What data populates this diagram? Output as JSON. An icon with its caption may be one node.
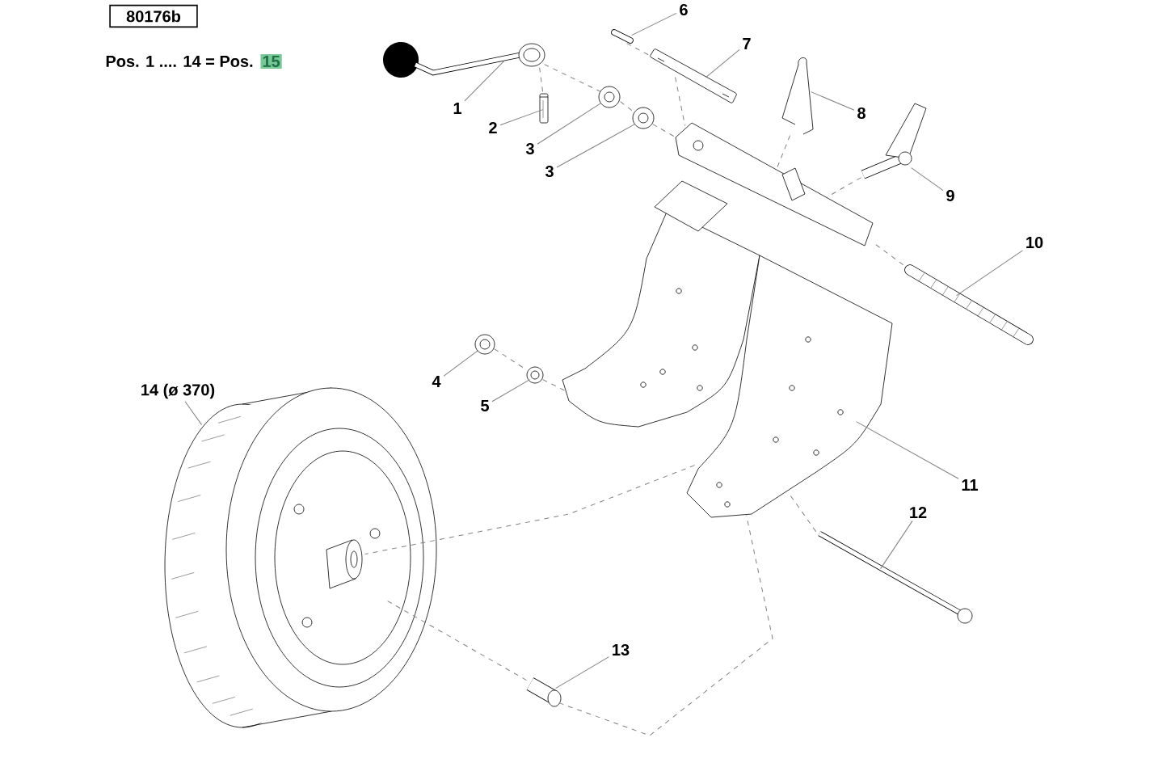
{
  "diagram": {
    "nodes": [
      {
        "text": [
          "80176b"
        ]
      },
      {
        "text": [
          "1"
        ]
      },
      {
        "text": [],
        "shape": "picture"
      },
      {
        "text": [
          "2"
        ]
      },
      {
        "text": [],
        "shape": "picture"
      },
      {
        "text": [
          "3"
        ]
      },
      {
        "text": [],
        "shape": "picture"
      },
      {
        "text": [
          "3"
        ]
      },
      {
        "text": [],
        "shape": "picture"
      },
      {
        "text": [
          "4"
        ]
      },
      {
        "text": [],
        "shape": "picture"
      },
      {
        "text": [
          "5"
        ]
      },
      {
        "text": [],
        "shape": "picture"
      },
      {
        "text": [
          "6"
        ]
      },
      {
        "text": [],
        "shape": "picture"
      },
      {
        "text": [
          "7"
        ]
      },
      {
        "text": [],
        "shape": "picture"
      },
      {
        "text": [
          "8"
        ]
      },
      {
        "text": [],
        "shape": "picture"
      },
      {
        "text": [
          "9"
        ]
      },
      {
        "text": [],
        "shape": "picture"
      },
      {
        "text": [
          "10"
        ]
      },
      {
        "text": [],
        "shape": "picture"
      },
      {
        "text": [
          "11"
        ]
      },
      {
        "text": [],
        "shape": "picture"
      },
      {
        "text": [
          "12"
        ]
      },
      {
        "text": [],
        "shape": "picture"
      },
      {
        "text": [
          "13"
        ]
      },
      {
        "text": [],
        "shape": "picture"
      },
      {
        "text": [
          "14 (ø 370)"
        ]
      },
      {
        "text": [],
        "shape": "picture"
      }
    ],
    "edges": [
      {
        "from": 1,
        "to": 2,
        "arrow": "none"
      },
      {
        "from": 3,
        "to": 4,
        "arrow": "none"
      },
      {
        "from": 5,
        "to": 6,
        "arrow": "none"
      },
      {
        "from": 7,
        "to": 8,
        "arrow": "none"
      },
      {
        "from": 9,
        "to": 10,
        "arrow": "none"
      },
      {
        "from": 11,
        "to": 12,
        "arrow": "none"
      },
      {
        "from": 13,
        "to": 14,
        "arrow": "none"
      },
      {
        "from": 15,
        "to": 16,
        "arrow": "none"
      },
      {
        "from": 17,
        "to": 18,
        "arrow": "none"
      },
      {
        "from": 19,
        "to": 20,
        "arrow": "none"
      },
      {
        "from": 21,
        "to": 22,
        "arrow": "none"
      },
      {
        "from": 23,
        "to": 24,
        "arrow": "none"
      },
      {
        "from": 25,
        "to": 26,
        "arrow": "none"
      },
      {
        "from": 27,
        "to": 28,
        "arrow": "none"
      },
      {
        "from": 29,
        "to": 30,
        "arrow": "none"
      },
      {
        "from": 2,
        "to": 6,
        "arrow": "none",
        "style": "dashed"
      },
      {
        "from": 2,
        "to": 4,
        "arrow": "none",
        "style": "dashed"
      },
      {
        "from": 6,
        "to": 8,
        "arrow": "none",
        "style": "dashed"
      },
      {
        "from": 8,
        "to": 24,
        "arrow": "none",
        "style": "dashed"
      },
      {
        "from": 14,
        "to": 16,
        "arrow": "none",
        "style": "dashed"
      },
      {
        "from": 16,
        "to": 24,
        "arrow": "none",
        "style": "dashed"
      },
      {
        "from": 18,
        "to": 24,
        "arrow": "none",
        "style": "dashed"
      },
      {
        "from": 20,
        "to": 24,
        "arrow": "none",
        "style": "dashed"
      },
      {
        "from": 22,
        "to": 24,
        "arrow": "none",
        "style": "dashed"
      },
      {
        "from": 10,
        "to": 12,
        "arrow": "none",
        "style": "dashed"
      },
      {
        "from": 12,
        "to": 24,
        "arrow": "none",
        "style": "dashed"
      },
      {
        "from": 26,
        "to": 24,
        "arrow": "none",
        "style": "dashed"
      },
      {
        "from": 28,
        "to": 24,
        "arrow": "none",
        "style": "dashed"
      },
      {
        "from": 24,
        "to": 30,
        "arrow": "none",
        "style": "dashed"
      },
      {
        "from": 28,
        "to": 30,
        "arrow": "none",
        "style": "dashed"
      }
    ],
    "labels": [
      "Pos. 1 .... 14 = Pos.",
      "15"
    ]
  }
}
